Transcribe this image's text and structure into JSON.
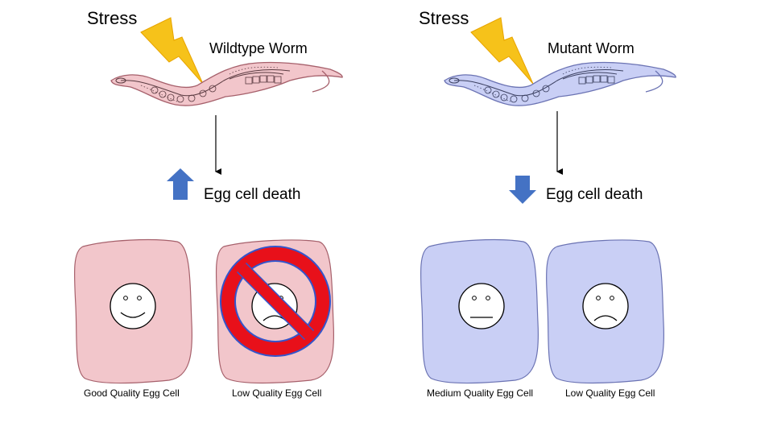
{
  "colors": {
    "wildtype_fill": "#f2c6cb",
    "wildtype_stroke": "#a6606b",
    "mutant_fill": "#c9cff5",
    "mutant_stroke": "#6b73b3",
    "bolt": "#f6c21a",
    "arrow_blue": "#4472c4",
    "no_sign_red": "#e8101a",
    "no_sign_rim": "#3355cc"
  },
  "panels": {
    "wildtype": {
      "stress": "Stress",
      "worm_title": "Wildtype Worm",
      "death_label": "Egg cell death",
      "death_trend": "increase",
      "cells": [
        {
          "label": "Good Quality Egg Cell",
          "face": "happy",
          "crossed_out": false
        },
        {
          "label": "Low Quality Egg Cell",
          "face": "sad",
          "crossed_out": true
        }
      ]
    },
    "mutant": {
      "stress": "Stress",
      "worm_title": "Mutant Worm",
      "death_label": "Egg cell death",
      "death_trend": "decrease",
      "cells": [
        {
          "label": "Medium Quality Egg Cell",
          "face": "neutral",
          "crossed_out": false
        },
        {
          "label": "Low Quality Egg Cell",
          "face": "sad",
          "crossed_out": false
        }
      ]
    }
  }
}
